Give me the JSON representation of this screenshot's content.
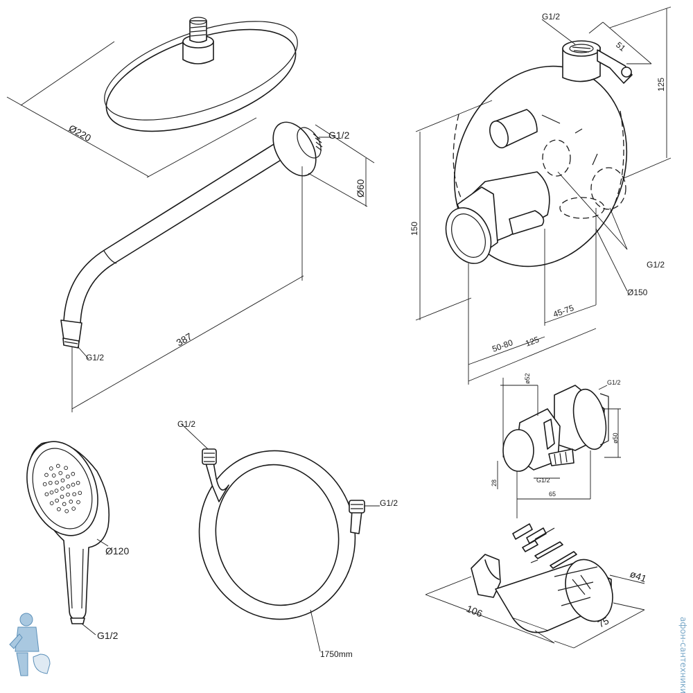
{
  "dimensions": {
    "head_diameter": "Ø220",
    "head_inlet": "G1/2",
    "flange_diameter": "Ø60",
    "arm_length": "387",
    "arm_outlet": "G1/2",
    "valve_inlet_top": "G1/2",
    "valve_width_51": "51",
    "valve_height_125": "125",
    "valve_height_150": "150",
    "valve_outlets": "G1/2",
    "plate_diameter": "Ø150",
    "depth_45_75": "45-75",
    "depth_50_80": "50-80",
    "depth_125": "125",
    "elbow_d52": "ø52",
    "elbow_thread_top": "G1/2",
    "elbow_d50": "ø50",
    "elbow_h28": "28",
    "elbow_thread_side": "G1/2",
    "elbow_w65": "65",
    "holder_d41": "ø41",
    "holder_106": "106",
    "holder_75": "75",
    "hand_diameter": "Ø120",
    "hand_thread": "G1/2",
    "hose_thread_1": "G1/2",
    "hose_thread_2": "G1/2",
    "hose_length": "1750mm"
  },
  "watermark": "афон-сантехники.рф",
  "colors": {
    "line": "#1a1a1a",
    "watermark": "#7aa8c8"
  }
}
